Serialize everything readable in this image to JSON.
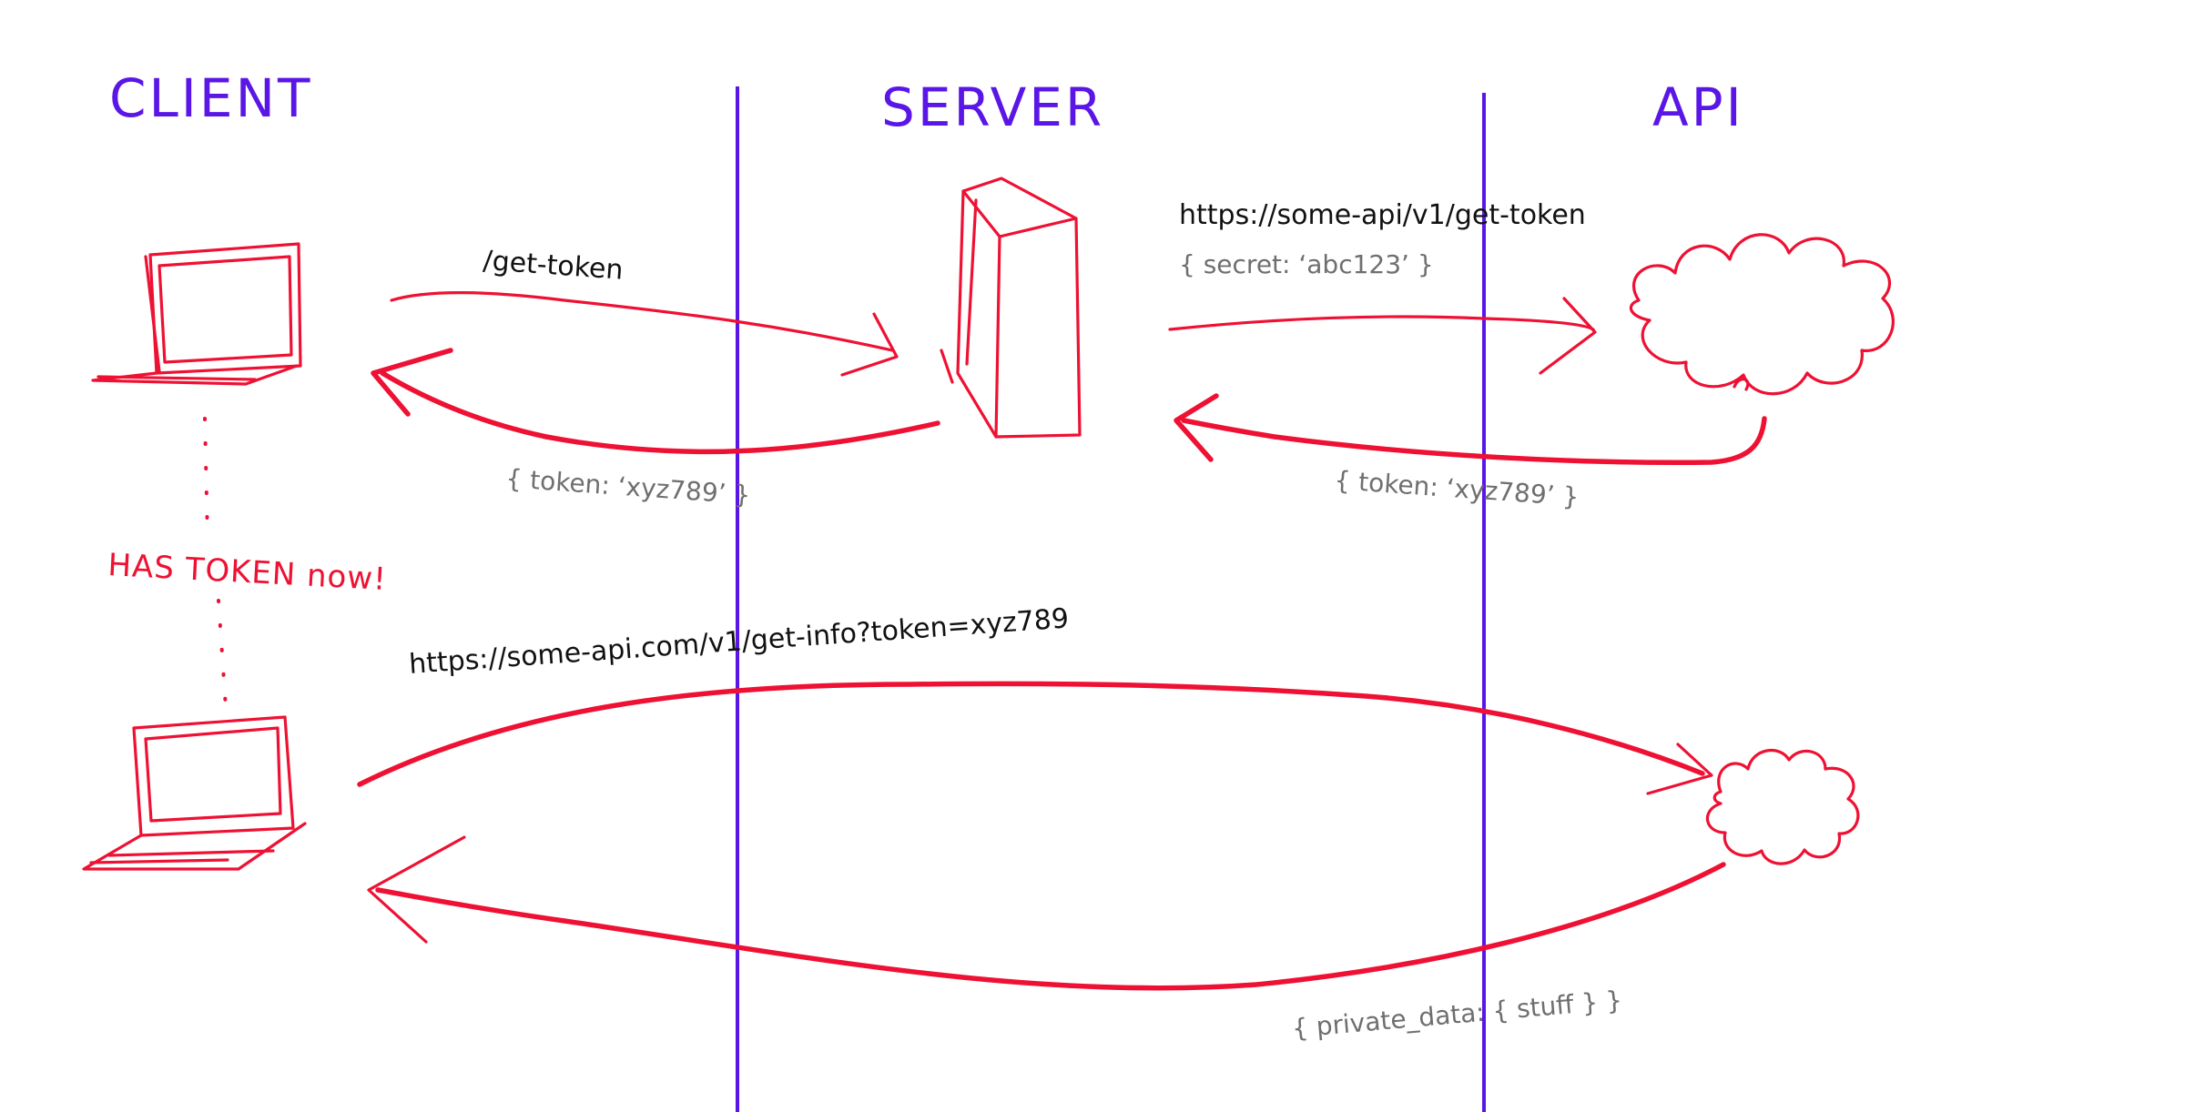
{
  "lanes": {
    "client": "CLIENT",
    "server": "SERVER",
    "api": "API"
  },
  "requests": {
    "get_token_path": "/get-token",
    "server_token_url": "https://some-api/v1/get-token",
    "server_secret_payload": "{ secret: ‘abc123’ }",
    "api_token_response": "{ token: ‘xyz789’ }",
    "client_token_response": "{ token: ‘xyz789’ }",
    "get_info_url": "https://some-api.com/v1/get-info?token=xyz789",
    "private_data_response": "{ private_data: { stuff } }"
  },
  "notes": {
    "has_token": "HAS TOKEN now!"
  },
  "colors": {
    "lane": "#5a16e6",
    "sketch": "#ee1133",
    "url_text": "#111111",
    "payload_text": "#6f6f6f"
  },
  "icons": [
    "laptop-icon",
    "server-icon",
    "cloud-icon"
  ]
}
